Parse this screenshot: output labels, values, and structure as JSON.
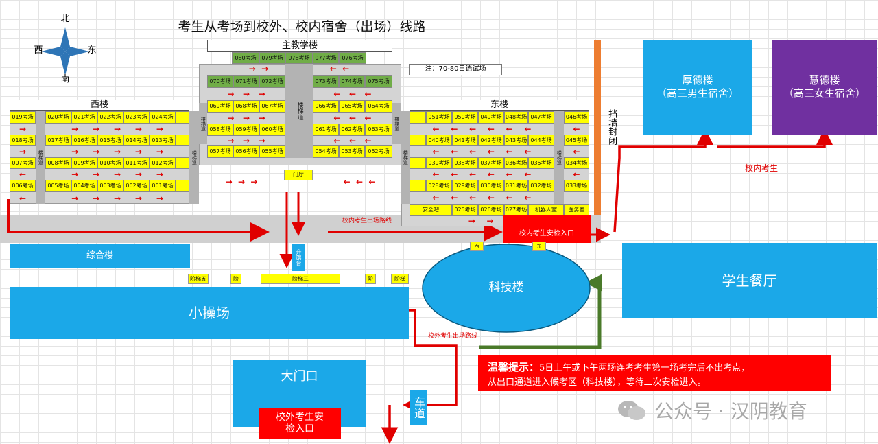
{
  "title": "考生从考场到校外、校内宿舍（出场）线路",
  "compass": {
    "north": "北",
    "south": "南",
    "west": "西",
    "east": "东"
  },
  "main_building": {
    "label": "主教学楼",
    "row1": [
      "080考场",
      "079考场",
      "078考场",
      "077考场",
      "076考场"
    ],
    "row2": [
      "070考场",
      "071考场",
      "072考场",
      "073考场",
      "074考场",
      "075考场"
    ],
    "row3": [
      "069考场",
      "068考场",
      "067考场",
      "066考场",
      "065考场",
      "064考场"
    ],
    "row4": [
      "058考场",
      "059考场",
      "060考场",
      "061考场",
      "062考场",
      "063考场"
    ],
    "row5": [
      "057考场",
      "056考场",
      "055考场",
      "054考场",
      "053考场",
      "052考场"
    ],
    "stairway": "楼梯道",
    "lobby": "门厅"
  },
  "note": "注：70-80日语试场",
  "west_building": {
    "label": "西楼",
    "row1": [
      "019考场",
      "020考场",
      "021考场",
      "022考场",
      "023考场",
      "024考场"
    ],
    "row2": [
      "018考场",
      "017考场",
      "016考场",
      "015考场",
      "014考场",
      "013考场"
    ],
    "row3": [
      "007考场",
      "008考场",
      "009考场",
      "010考场",
      "011考场",
      "012考场"
    ],
    "row4": [
      "006考场",
      "005考场",
      "004考场",
      "003考场",
      "002考场",
      "001考场"
    ],
    "stairway": "楼梯道"
  },
  "east_building": {
    "label": "东楼",
    "row1": [
      "051考场",
      "050考场",
      "049考场",
      "048考场",
      "047考场",
      "046考场"
    ],
    "row2": [
      "040考场",
      "041考场",
      "042考场",
      "043考场",
      "044考场",
      "045考场"
    ],
    "row3": [
      "039考场",
      "038考场",
      "037考场",
      "036考场",
      "035考场",
      "034考场"
    ],
    "row4": [
      "028考场",
      "029考场",
      "030考场",
      "031考场",
      "032考场",
      "033考场"
    ],
    "row5": [
      "安全吧",
      "025考场",
      "026考场",
      "027考场",
      "机器人室",
      "医务室"
    ],
    "stairway": "楼梯道"
  },
  "wall": "挡墙封闭",
  "houde": {
    "name": "厚德楼",
    "sub": "（高三男生宿舍）"
  },
  "huide": {
    "name": "慧德楼",
    "sub": "（高三女生宿舍）"
  },
  "campus_students": "校内考生",
  "campus_route": "校内考生出场路线",
  "campus_checkpoint": "校内考生安检入口",
  "west_tag": "西",
  "east_tag": "东",
  "comprehensive": "综合楼",
  "stage": "升旗台",
  "steps": [
    "阶梯五",
    "阶",
    "阶梯三",
    "阶",
    "阶梯"
  ],
  "playground": "小操场",
  "science": "科技楼",
  "canteen": "学生餐厅",
  "outside_route": "校外考生出场路线",
  "tip": {
    "label": "温馨提示：",
    "text": "5日上午或下午两场连考考生第一场考完后不出考点，",
    "text2": "从出口通道进入候考区（科技楼），等待二次安检进入。"
  },
  "gate": "大门口",
  "outside_checkpoint": "校外考生安检入口",
  "driveway": "车道",
  "watermark": "公众号 · 汉阴教育",
  "colors": {
    "route": "#e00000",
    "green_route": "#4a7a2a",
    "blue": "#1ba8e8",
    "purple": "#7030a0",
    "yellow": "#ffff00",
    "room_green": "#70ad47",
    "orange": "#ed7d31"
  }
}
